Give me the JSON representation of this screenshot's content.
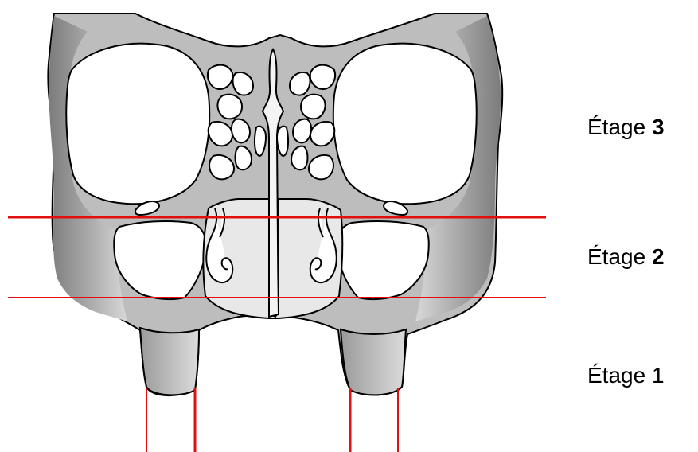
{
  "colors": {
    "bone_dark": "#8a8a8a",
    "bone_mid": "#c4c4c4",
    "bone_light": "#e6e6e6",
    "outline": "#000000",
    "cavity": "#ffffff",
    "level_line": "#e01010"
  },
  "levels": [
    {
      "word": "Étage",
      "number": "3"
    },
    {
      "word": "Étage",
      "number": "2"
    },
    {
      "word": "Étage",
      "number": "1"
    }
  ]
}
